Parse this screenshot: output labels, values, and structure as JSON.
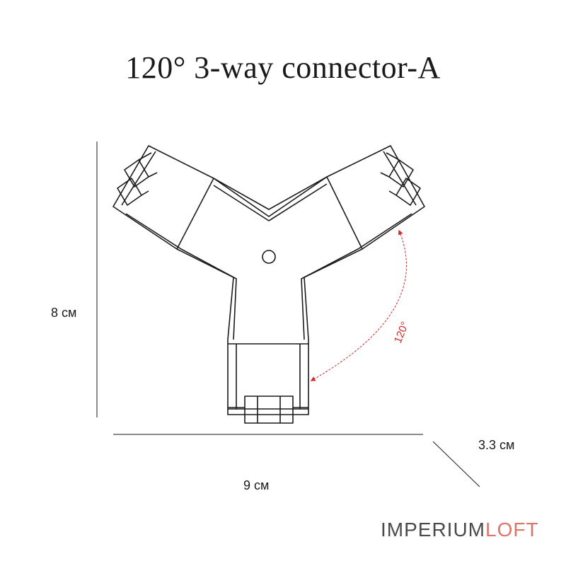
{
  "title": "120° 3-way connector-A",
  "dimensions": {
    "height": "8 см",
    "width": "9 см",
    "depth": "3.3 см"
  },
  "angle_label": "120°",
  "brand": {
    "part1": "IMPERIUM",
    "part2": "LOFT",
    "part1_color": "#4a4a4a",
    "part2_color": "#d9766a"
  },
  "colors": {
    "line": "#1a1a1a",
    "angle_arc": "#d42a2a"
  }
}
